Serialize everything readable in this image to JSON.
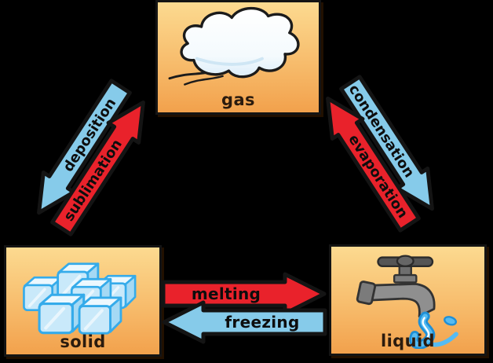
{
  "boxes": {
    "gas": {
      "label": "gas",
      "icon": "gas-cloud-icon"
    },
    "solid": {
      "label": "solid",
      "icon": "ice-cubes-icon"
    },
    "liquid": {
      "label": "liquid",
      "icon": "faucet-water-icon"
    }
  },
  "arrows": {
    "deposition": {
      "label": "deposition",
      "color": "#86cbea",
      "from": "gas",
      "to": "solid"
    },
    "sublimation": {
      "label": "sublimation",
      "color": "#e9222b",
      "from": "solid",
      "to": "gas"
    },
    "condensation": {
      "label": "condensation",
      "color": "#86cbea",
      "from": "gas",
      "to": "liquid"
    },
    "evaporation": {
      "label": "evaporation",
      "color": "#e9222b",
      "from": "liquid",
      "to": "gas"
    },
    "melting": {
      "label": "melting",
      "color": "#e9222b",
      "from": "solid",
      "to": "liquid"
    },
    "freezing": {
      "label": "freezing",
      "color": "#86cbea",
      "from": "liquid",
      "to": "solid"
    }
  },
  "colors": {
    "background": "#000000",
    "box_gradient_top": "#fcda90",
    "box_gradient_bottom": "#f2a14c",
    "box_border": "#141414",
    "arrow_blue": "#86cbea",
    "arrow_red": "#e9222b",
    "arrow_outline": "#141414",
    "box_label_text": "#2b1b0e",
    "arrow_label_text": "#0d0d0d"
  }
}
